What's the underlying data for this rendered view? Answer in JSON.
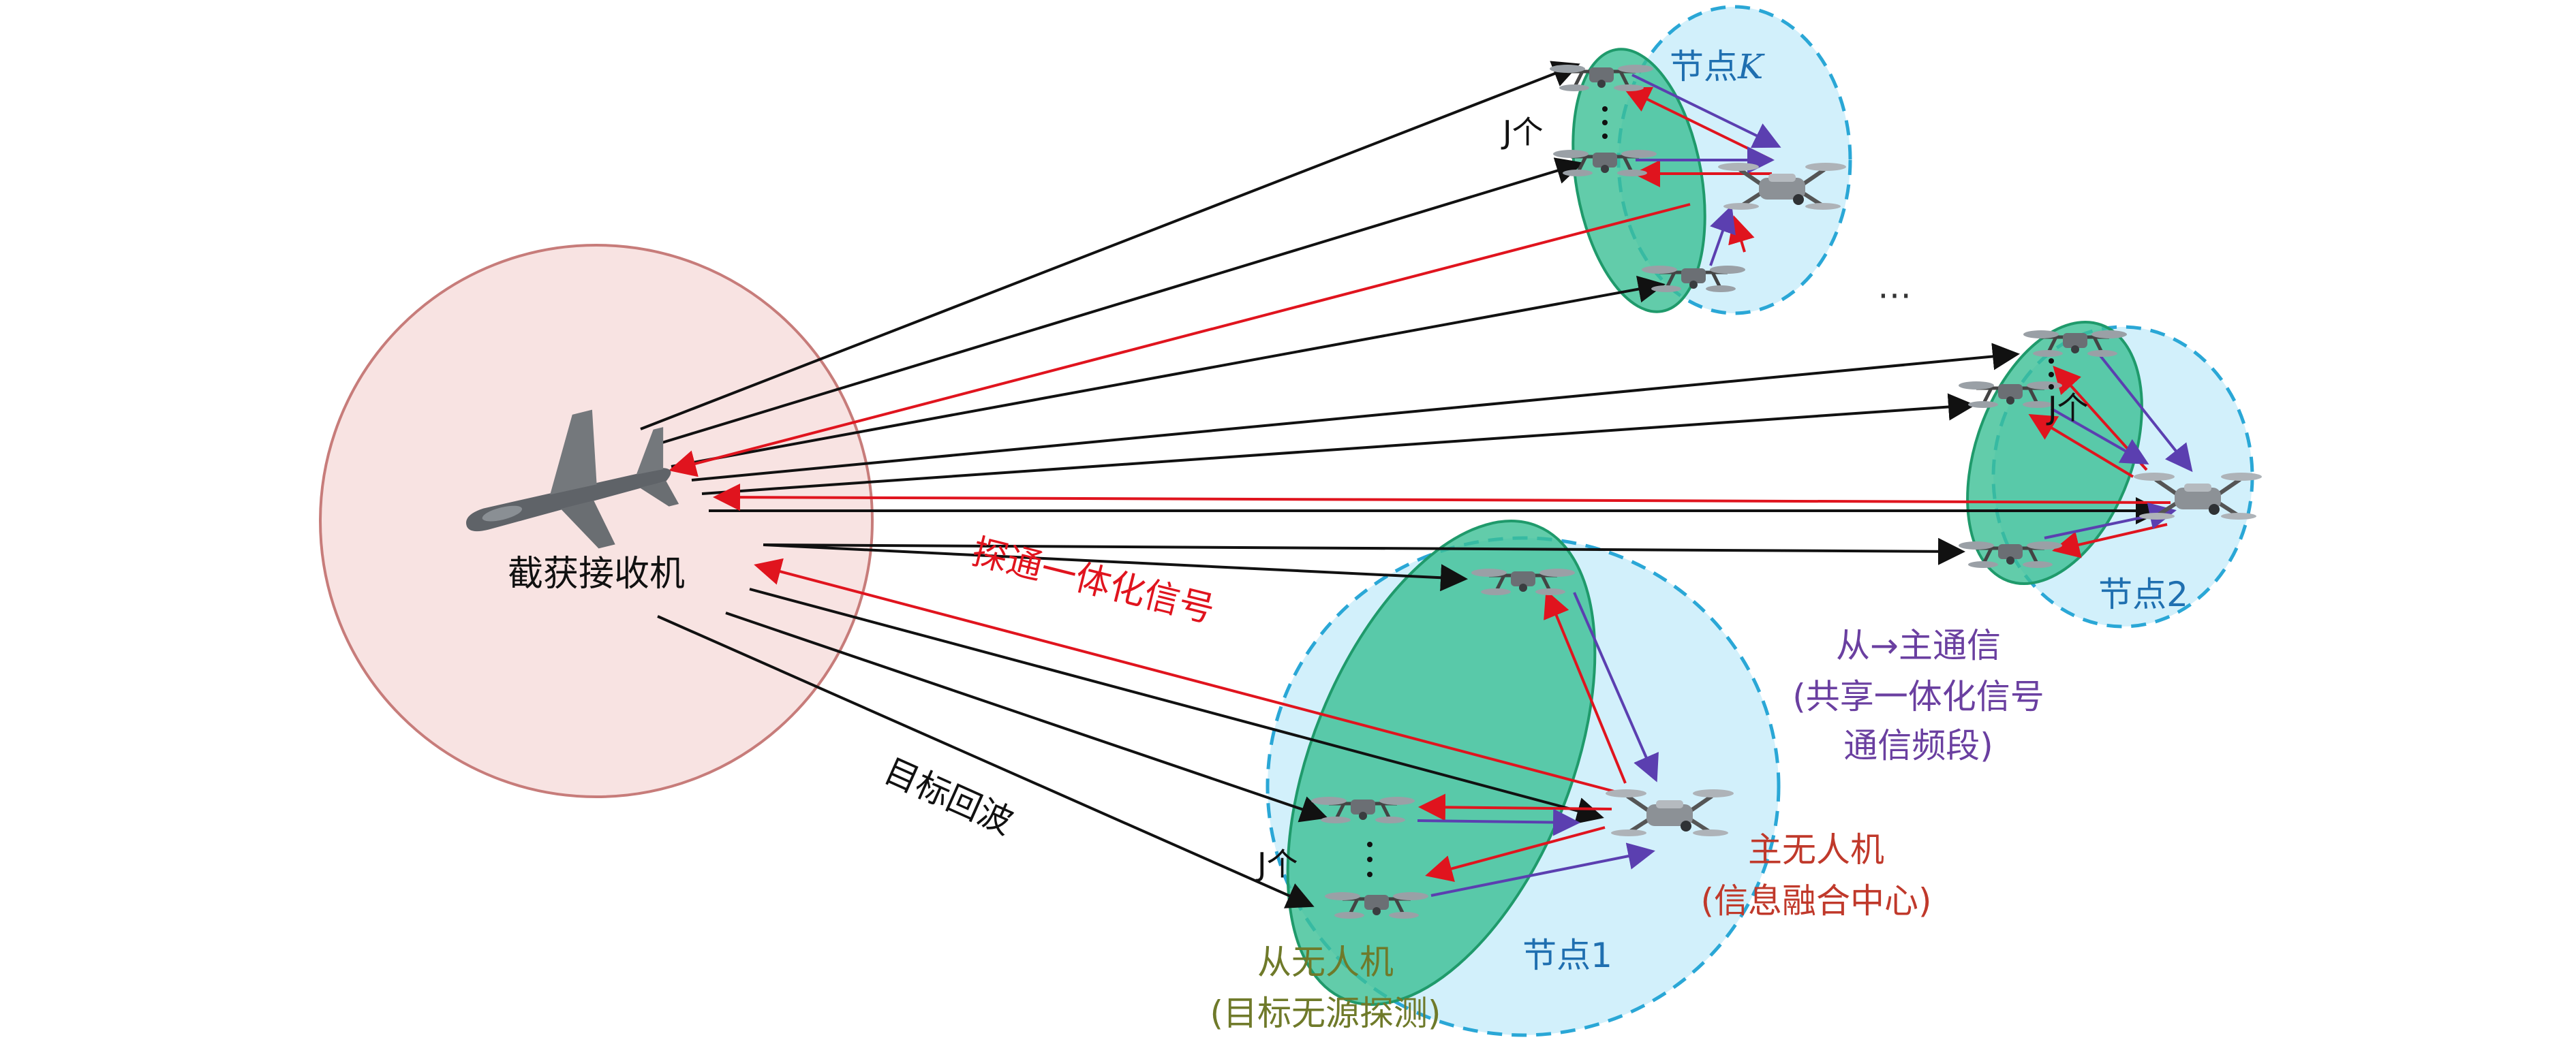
{
  "colors": {
    "black": "#111111",
    "red": "#e0141e",
    "purple": "#5b3fb0",
    "node_label": "#1f6fb0",
    "master_label": "#c0392b",
    "slave_label": "#6f7a2a",
    "link_label": "#6a3fa0",
    "node_fill": "#cdeefb",
    "node_stroke": "#2aa7d6",
    "cluster_fill": "#3bbf95",
    "receiver_fill": "#f6d9d8",
    "receiver_stroke": "#c77c7a"
  },
  "labels": {
    "receiver": "截获接收机",
    "integrated_signal": "探通一体化信号",
    "target_echo": "目标回波",
    "node_k": "节点",
    "node_k_sym": "K",
    "node_2": "节点2",
    "node_1": "节点1",
    "j_count": "J个",
    "ellipsis": "⋯",
    "slave_uav": "从无人机",
    "slave_uav_sub": "(目标无源探测)",
    "master_uav": "主无人机",
    "master_uav_sub": "(信息融合中心)",
    "link_title": "从→主通信",
    "link_sub1": "(共享一体化信号",
    "link_sub2": "通信频段)"
  },
  "icons": {
    "receiver": "aircraft-icon",
    "uav": "drone-icon"
  }
}
